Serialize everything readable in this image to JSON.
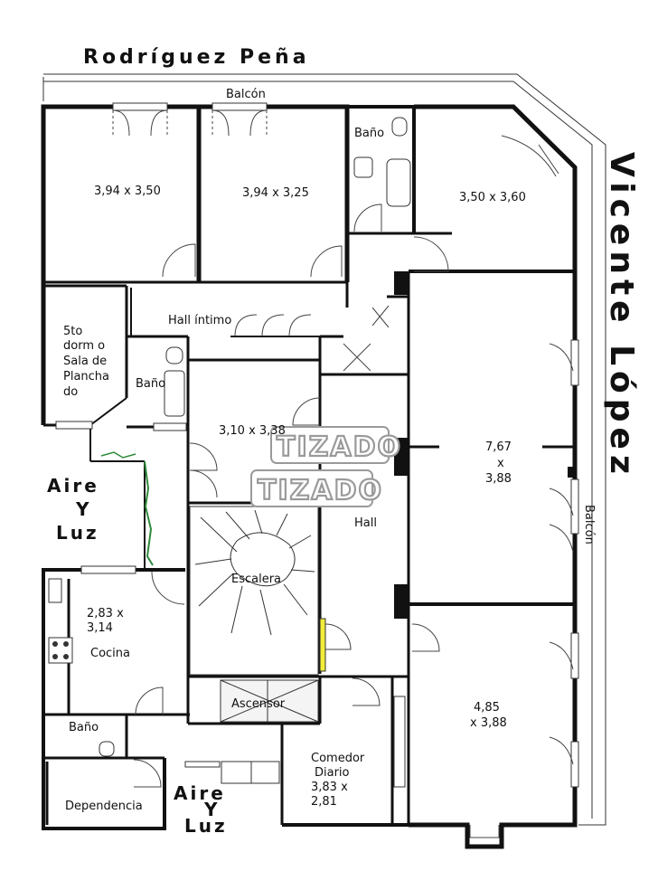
{
  "streets": {
    "top": "Rodríguez   Peña",
    "right": "Vicente López"
  },
  "balconies": {
    "top": "Balcón",
    "right": "Balcón"
  },
  "rooms": {
    "bedroom_1": "3,94 x 3,50",
    "bedroom_2": "3,94 x 3,25",
    "bath_top": "Baño",
    "bedroom_3": "3,50 x 3,60",
    "hall_intimo": "Hall íntimo",
    "fifth_room_line1": "5to",
    "fifth_room_line2": "dorm o",
    "fifth_room_line3": "Sala de",
    "fifth_room_line4": "Plancha",
    "fifth_room_line5": "do",
    "bath_mid": "Baño",
    "bedroom_4": "3,10 x 3,38",
    "living_line1": "7,67",
    "living_line2": "x",
    "living_line3": "3,88",
    "hall": "Hall",
    "stairs": "Escalera",
    "kitchen_line1": "2,83 x",
    "kitchen_line2": "3,14",
    "kitchen_name": "Cocina",
    "elevator": "Ascensor",
    "bath_service": "Baño",
    "service_room": "Dependencia",
    "dining_line1": "Comedor",
    "dining_line2": "Diario",
    "dining_line3": "3,83 x",
    "dining_line4": "2,81",
    "room_right_bottom_line1": "4,85",
    "room_right_bottom_line2": "x 3,88"
  },
  "air_light_1": {
    "line1": "Aire",
    "line2": "Y",
    "line3": "Luz"
  },
  "air_light_2": {
    "line1": "Aire",
    "line2": "Y",
    "line3": "Luz"
  },
  "watermark": {
    "text_1": "TIZADO",
    "text_2": "TIZADO"
  }
}
